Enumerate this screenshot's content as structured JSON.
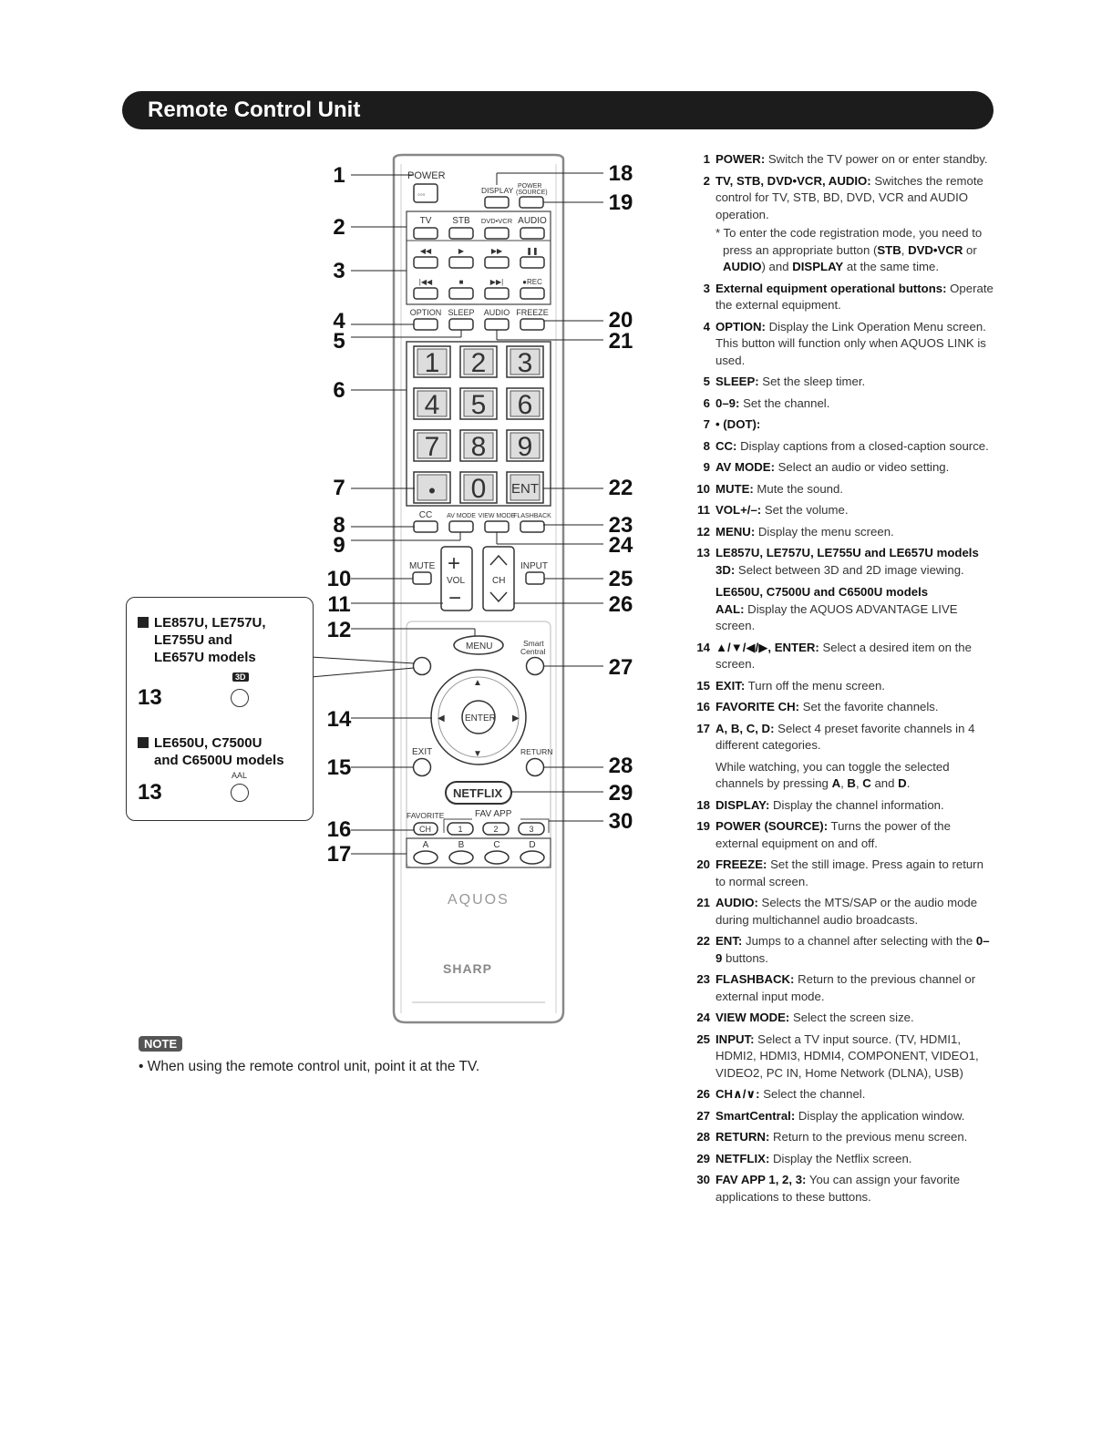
{
  "header": {
    "title": "Remote Control Unit"
  },
  "remote": {
    "power": "POWER",
    "display": "DISPLAY",
    "power_source_1": "POWER",
    "power_source_2": "(SOURCE)",
    "row_devices": [
      "TV",
      "STB",
      "DVD•VCR",
      "AUDIO"
    ],
    "transport_top": [
      "◀◀",
      "▶",
      "▶▶",
      "❚❚"
    ],
    "transport_bottom": [
      "|◀◀",
      "■",
      "▶▶|",
      "●REC"
    ],
    "row_option": [
      "OPTION",
      "SLEEP",
      "AUDIO",
      "FREEZE"
    ],
    "numbers": [
      "1",
      "2",
      "3",
      "4",
      "5",
      "6",
      "7",
      "8",
      "9"
    ],
    "dot": "•",
    "zero": "0",
    "ent": "ENT",
    "row_cc": [
      "CC",
      "AV MODE",
      "VIEW MODE",
      "FLASHBACK"
    ],
    "mute": "MUTE",
    "vol": "VOL",
    "ch": "CH",
    "input": "INPUT",
    "menu": "MENU",
    "smart_1": "Smart",
    "smart_2": "Central",
    "enter": "ENTER",
    "exit": "EXIT",
    "return": "RETURN",
    "netflix": "NETFLIX",
    "favorite": "FAVORITE",
    "fav_ch": "CH",
    "fav_app": "FAV APP",
    "fav_nums": [
      "1",
      "2",
      "3"
    ],
    "abcd": [
      "A",
      "B",
      "C",
      "D"
    ],
    "brand_aquos": "AQUOS",
    "brand_sharp": "SHARP"
  },
  "callouts_left": [
    "1",
    "2",
    "3",
    "4",
    "5",
    "6",
    "7",
    "8",
    "9",
    "10",
    "11",
    "12",
    "14",
    "15",
    "16",
    "17"
  ],
  "callouts_right": [
    "18",
    "19",
    "20",
    "21",
    "22",
    "23",
    "24",
    "25",
    "26",
    "27",
    "28",
    "29",
    "30"
  ],
  "models_box": {
    "group1": "LE857U, LE757U, LE755U and LE657U models",
    "group1_lines": [
      "LE857U, LE757U,",
      "LE755U and",
      "LE657U models"
    ],
    "badge_3d": "3D",
    "num_13a": "13",
    "group2_lines": [
      "LE650U, C7500U",
      "and C6500U models"
    ],
    "badge_aal": "AAL",
    "num_13b": "13"
  },
  "note": {
    "badge": "NOTE",
    "text": "• When using the remote control unit, point it at the TV."
  },
  "descriptions": [
    {
      "n": "1",
      "term": "POWER:",
      "text": " Switch the TV power on or enter standby."
    },
    {
      "n": "2",
      "term": "TV, STB, DVD•VCR, AUDIO:",
      "text": " Switches the remote control for TV, STB, BD, DVD, VCR and AUDIO operation."
    },
    {
      "n": "3",
      "term": "External equipment operational buttons:",
      "text": " Operate the external equipment."
    },
    {
      "n": "4",
      "term": "OPTION:",
      "text": " Display the Link Operation Menu screen. This button will function only when AQUOS LINK is used."
    },
    {
      "n": "5",
      "term": "SLEEP:",
      "text": " Set the sleep timer."
    },
    {
      "n": "6",
      "term": "0–9:",
      "text": " Set the channel."
    },
    {
      "n": "7",
      "term": "• (DOT):",
      "text": ""
    },
    {
      "n": "8",
      "term": "CC:",
      "text": " Display captions from a closed-caption source."
    },
    {
      "n": "9",
      "term": "AV MODE:",
      "text": " Select an audio or video setting."
    },
    {
      "n": "10",
      "term": "MUTE:",
      "text": " Mute the sound."
    },
    {
      "n": "11",
      "term": "VOL+/–:",
      "text": " Set the volume."
    },
    {
      "n": "12",
      "term": "MENU:",
      "text": " Display the menu screen."
    },
    {
      "n": "13",
      "term": "LE857U, LE757U, LE755U and LE657U models",
      "text": ""
    },
    {
      "n": "14",
      "term": "▲/▼/◀/▶, ENTER:",
      "text": " Select a desired item on the screen."
    },
    {
      "n": "15",
      "term": "EXIT:",
      "text": " Turn off the menu screen."
    },
    {
      "n": "16",
      "term": "FAVORITE CH:",
      "text": " Set the favorite channels."
    },
    {
      "n": "17",
      "term": "A, B, C, D:",
      "text": " Select 4 preset favorite channels in 4 different categories."
    },
    {
      "n": "18",
      "term": "DISPLAY:",
      "text": " Display the channel information."
    },
    {
      "n": "19",
      "term": "POWER (SOURCE):",
      "text": " Turns the power of the external equipment on and off."
    },
    {
      "n": "20",
      "term": "FREEZE:",
      "text": " Set the still image. Press again to return to normal screen."
    },
    {
      "n": "21",
      "term": "AUDIO:",
      "text": " Selects the MTS/SAP or the audio mode during multichannel audio broadcasts."
    },
    {
      "n": "22",
      "term": "ENT:",
      "text": " Jumps to a channel after selecting with the "
    },
    {
      "n": "23",
      "term": "FLASHBACK:",
      "text": " Return to the previous channel or external input mode."
    },
    {
      "n": "24",
      "term": "VIEW MODE:",
      "text": " Select the screen size."
    },
    {
      "n": "25",
      "term": "INPUT:",
      "text": " Select a TV input source. (TV, HDMI1, HDMI2, HDMI3, HDMI4, COMPONENT, VIDEO1, VIDEO2, PC IN, Home Network (DLNA), USB)"
    },
    {
      "n": "26",
      "term": "CH∧/∨:",
      "text": " Select the channel."
    },
    {
      "n": "27",
      "term": "SmartCentral:",
      "text": " Display the application window."
    },
    {
      "n": "28",
      "term": "RETURN:",
      "text": " Return to the previous menu screen."
    },
    {
      "n": "29",
      "term": "NETFLIX:",
      "text": " Display the Netflix screen."
    },
    {
      "n": "30",
      "term": "FAV APP 1, 2, 3:",
      "text": " You can assign your favorite applications to these buttons."
    }
  ],
  "desc_extra": {
    "d2_note_a": "* To enter the code registration mode, you need to press an appropriate button (",
    "d2_note_b1": "STB",
    "d2_note_c": ", ",
    "d2_note_b2": "DVD•VCR",
    "d2_note_d": " or ",
    "d2_note_b3": "AUDIO",
    "d2_note_e": ") and ",
    "d2_note_b4": "DISPLAY",
    "d2_note_f": " at the same time.",
    "d13_3d_term": "3D:",
    "d13_3d_text": " Select between 3D and 2D image viewing.",
    "d13_b_heading": "LE650U, C7500U and C6500U models",
    "d13_aal_term": "AAL:",
    "d13_aal_text": " Display the AQUOS ADVANTAGE LIVE screen.",
    "d17_note_a": "While watching, you can toggle the selected channels by pressing ",
    "d17_b1": "A",
    "d17_c": ", ",
    "d17_b2": "B",
    "d17_d": ", ",
    "d17_b3": "C",
    "d17_e": " and ",
    "d17_b4": "D",
    "d17_f": ".",
    "d22_bold": "0–9",
    "d22_tail": " buttons."
  }
}
